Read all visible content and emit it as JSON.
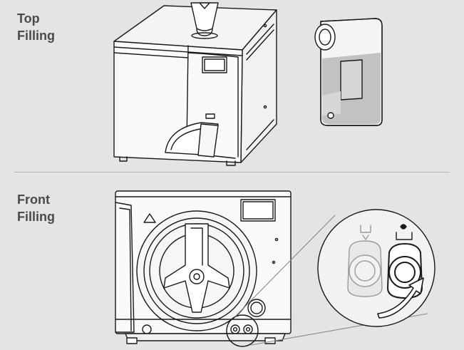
{
  "sections": [
    {
      "line1": "Top",
      "line2": "Filling"
    },
    {
      "line1": "Front",
      "line2": "Filling"
    }
  ],
  "colors": {
    "background": "#e4e4e4",
    "line": "#1a1a1a",
    "label_text": "#4a4a4a",
    "divider": "#b5b5b5",
    "water": "#c2c2c2"
  }
}
